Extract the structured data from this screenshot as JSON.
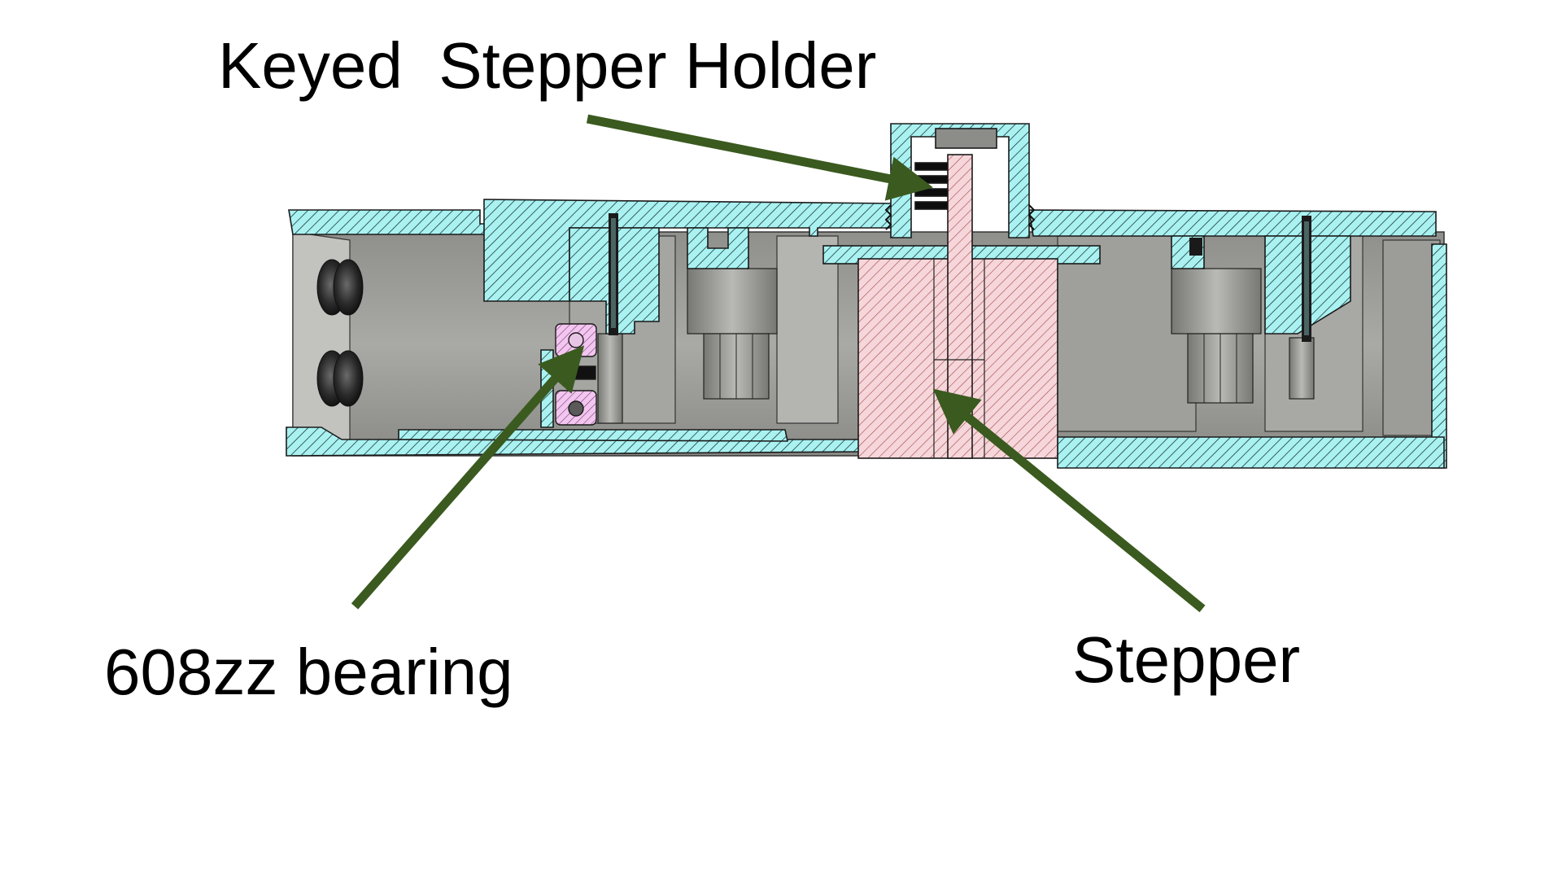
{
  "labels": {
    "keyed_stepper_holder": "Keyed  Stepper Holder",
    "bearing": "608zz bearing",
    "stepper": "Stepper"
  },
  "colors": {
    "background": "#ffffff",
    "section_hatch_fill": "#aaf2f2",
    "stepper_section_fill": "#f6d6da",
    "bearing_fill": "#f2c6ef",
    "housing_gray": "#9a9a96",
    "housing_light": "#b3b3af",
    "arrow": "#3a5a1f",
    "outline": "#1a1a1a"
  }
}
